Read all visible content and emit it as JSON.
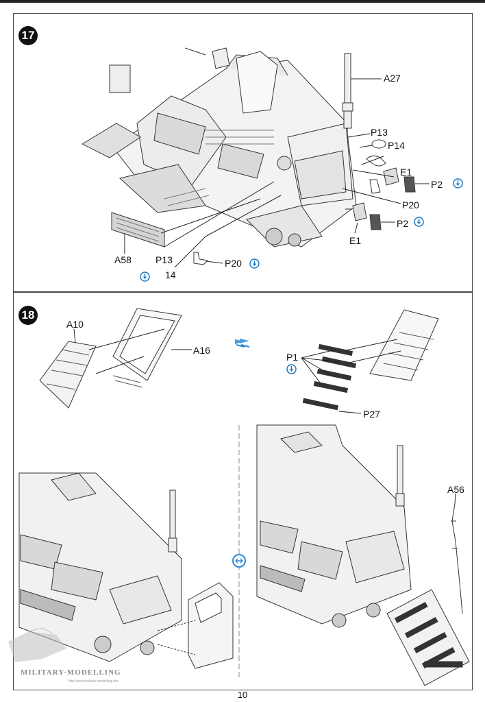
{
  "page": {
    "number": "10"
  },
  "step17": {
    "badge": "17",
    "labels": {
      "a27": "A27",
      "p13_right": "P13",
      "p14": "P14",
      "e1_top": "E1",
      "p2_top": "P2",
      "p20_right": "P20",
      "p2_bottom": "P2",
      "e1_bottom": "E1",
      "a58": "A58",
      "p13_left": "P13",
      "num_14": "14",
      "p20_left": "P20"
    }
  },
  "step18": {
    "badge": "18",
    "labels": {
      "a10": "A10",
      "a16": "A16",
      "p1": "P1",
      "p27": "P27",
      "a56": "A56"
    }
  },
  "watermark": {
    "text": "MILITARY-MODELLING",
    "url": "http://www.military-modelling.info"
  },
  "icons": {
    "info": "info-drop-icon",
    "arrow": "blue-step-arrow-icon",
    "option": "option-either-icon"
  },
  "colors": {
    "info_blue": "#1a78c2",
    "arrow_blue": "#2a8ad6",
    "line": "#222222"
  }
}
